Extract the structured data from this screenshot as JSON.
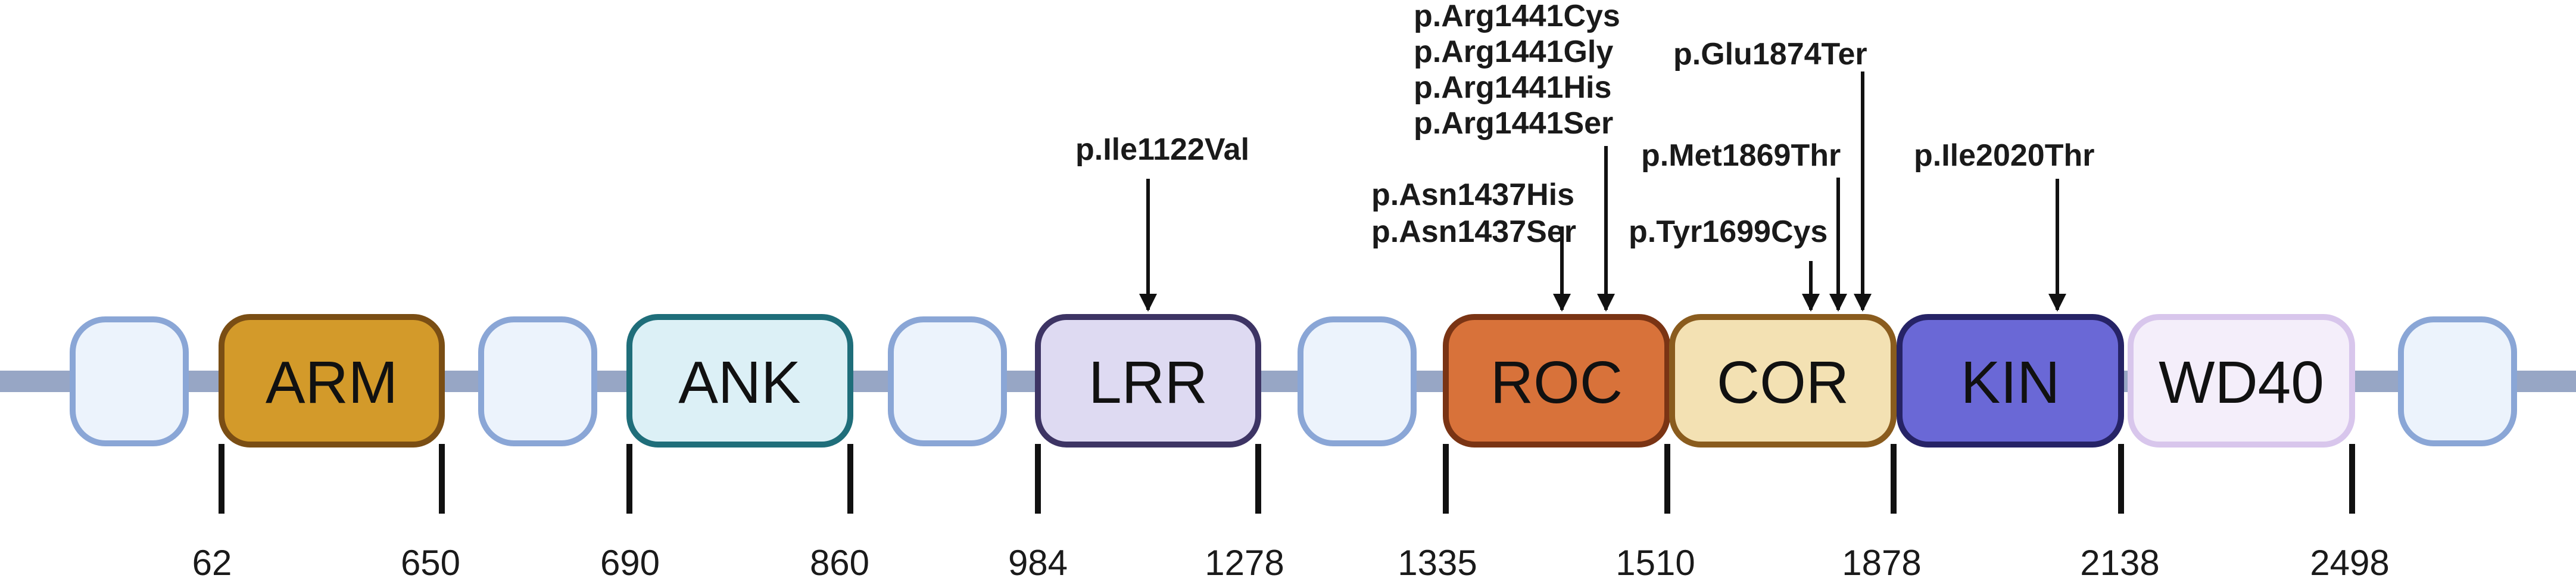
{
  "domains": [
    {
      "label": "ARM",
      "fill": "#d39a2a",
      "stroke": "#7a4e14"
    },
    {
      "label": "ANK",
      "fill": "#dcf0f6",
      "stroke": "#1f6e7a"
    },
    {
      "label": "LRR",
      "fill": "#dedaf2",
      "stroke": "#3d3464"
    },
    {
      "label": "ROC",
      "fill": "#d8723a",
      "stroke": "#7a3414"
    },
    {
      "label": "COR",
      "fill": "#f3e1b3",
      "stroke": "#8a5c1e"
    },
    {
      "label": "KIN",
      "fill": "#6a68d6",
      "stroke": "#262366"
    },
    {
      "label": "WD40",
      "fill": "#f4eefa",
      "stroke": "#d8c6ec"
    }
  ],
  "linker_box": {
    "fill": "#ecf3fc",
    "stroke": "#8aa6d6"
  },
  "backbone_color": "#97a6c5",
  "positions": [
    "62",
    "650",
    "690",
    "860",
    "984",
    "1278",
    "1335",
    "1510",
    "1878",
    "2138",
    "2498"
  ],
  "mutations": [
    {
      "label": "p.Ile1122Val"
    },
    {
      "label": "p.Asn1437His"
    },
    {
      "label": "p.Asn1437Ser"
    },
    {
      "label": "p.Arg1441Cys"
    },
    {
      "label": "p.Arg1441Gly"
    },
    {
      "label": "p.Arg1441His"
    },
    {
      "label": "p.Arg1441Ser"
    },
    {
      "label": "p.Met1869Thr"
    },
    {
      "label": "p.Tyr1699Cys"
    },
    {
      "label": "p.Glu1874Ter"
    },
    {
      "label": "p.Ile2020Thr"
    }
  ]
}
